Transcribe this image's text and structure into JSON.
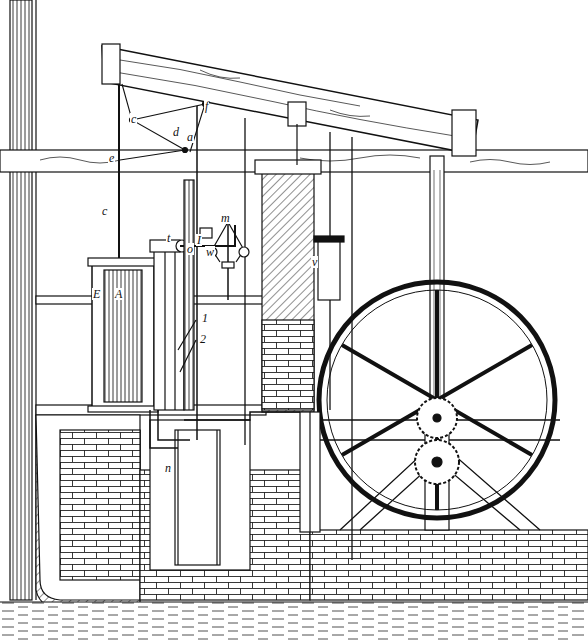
{
  "diagram": {
    "labels": [
      "c",
      "f",
      "d",
      "a",
      "e",
      "c",
      "m",
      "t",
      "I",
      "o",
      "w",
      "E",
      "A",
      "1",
      "2",
      "v",
      "n"
    ]
  }
}
